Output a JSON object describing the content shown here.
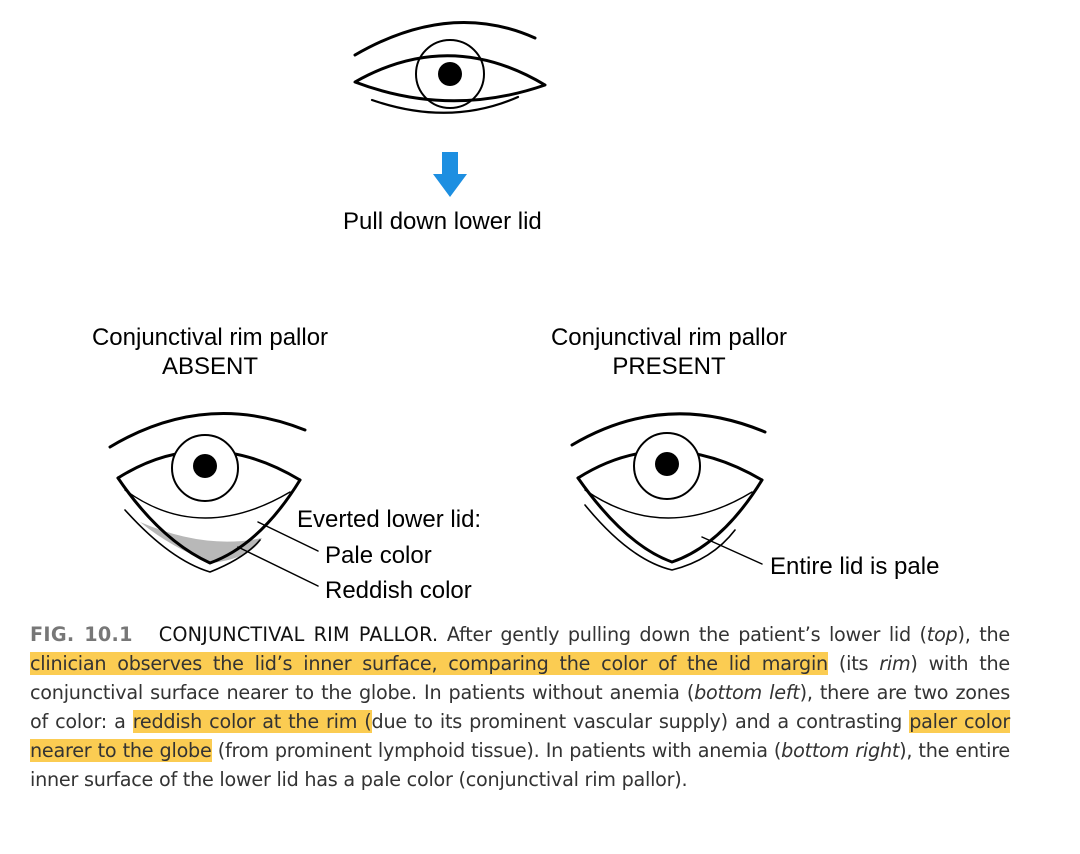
{
  "top": {
    "instruction": "Pull down lower lid",
    "arrow_color": "#1d8fe1"
  },
  "left_panel": {
    "title_line1": "Conjunctival rim pallor",
    "title_line2": "ABSENT",
    "label_everted": "Everted lower lid:",
    "label_pale": "Pale color",
    "label_reddish": "Reddish color",
    "rim_shading_color": "#b8b8b8"
  },
  "right_panel": {
    "title_line1": "Conjunctival rim pallor",
    "title_line2": "PRESENT",
    "label_entire": "Entire lid is pale"
  },
  "caption": {
    "fig_number": "FIG. 10.1",
    "fig_title": "CONJUNCTIVAL RIM PALLOR.",
    "t1": " After gently pulling down the patient’s lower lid (",
    "t1_em": "top",
    "t2": "), the ",
    "h1": "clinician observes the lid’s inner surface, comparing the color of the lid margin",
    "t3": " (its ",
    "t3_em": "rim",
    "t4": ") with the conjunctival surface nearer to the globe. In patients without anemia (",
    "t4_em": "bottom left",
    "t5": "), there are two zones of color: a ",
    "h2": "reddish color at the rim (",
    "t6": "due to its prominent vascular supply) and a contrasting ",
    "h3": "paler color nearer to the globe",
    "t7": " (from prominent lymphoid tissue). In patients with anemia (",
    "t7_em": "bottom right",
    "t8": "), the entire inner surface of the lower lid has a pale color (conjunctival rim pallor).",
    "highlight_color": "#fbcc52"
  }
}
